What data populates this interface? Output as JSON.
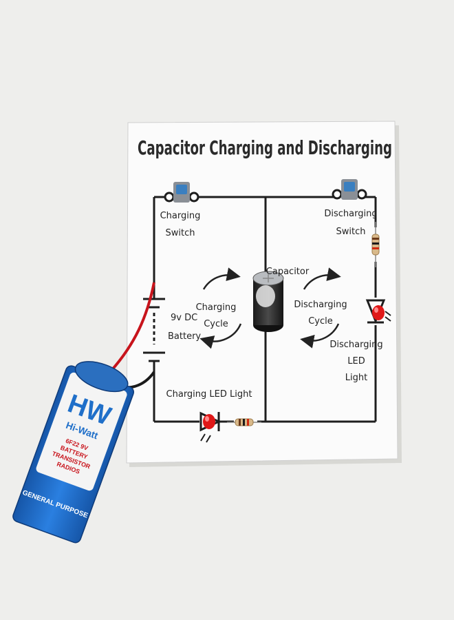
{
  "board": {
    "title": "Capacitor Charging and Discharging",
    "charging_switch": [
      "Charging",
      "Switch"
    ],
    "discharging_switch": [
      "Discharging",
      "Switch"
    ],
    "capacitor": "Capacitor",
    "battery_label": [
      "9v DC",
      "Battery"
    ],
    "charging_cycle": [
      "Charging",
      "Cycle"
    ],
    "discharging_cycle": [
      "Discharging",
      "Cycle"
    ],
    "discharging_led": [
      "Discharging",
      "LED",
      "Light"
    ],
    "charging_led": "Charging LED Light"
  },
  "battery": {
    "brand_logo": "HW",
    "brand_name": "Hi-Watt",
    "model_lines": [
      "6F22 9V",
      "BATTERY",
      "TRANSISTOR",
      "RADIOS"
    ],
    "purpose": "GENERAL PURPOSE"
  },
  "colors": {
    "board": "#fbfbfb",
    "wire": "#1e1e1e",
    "battery_blue": "#1f6fc9",
    "led_red": "#e01818",
    "red_wire": "#c8141c",
    "switch_cap": "#3a7fc0"
  }
}
